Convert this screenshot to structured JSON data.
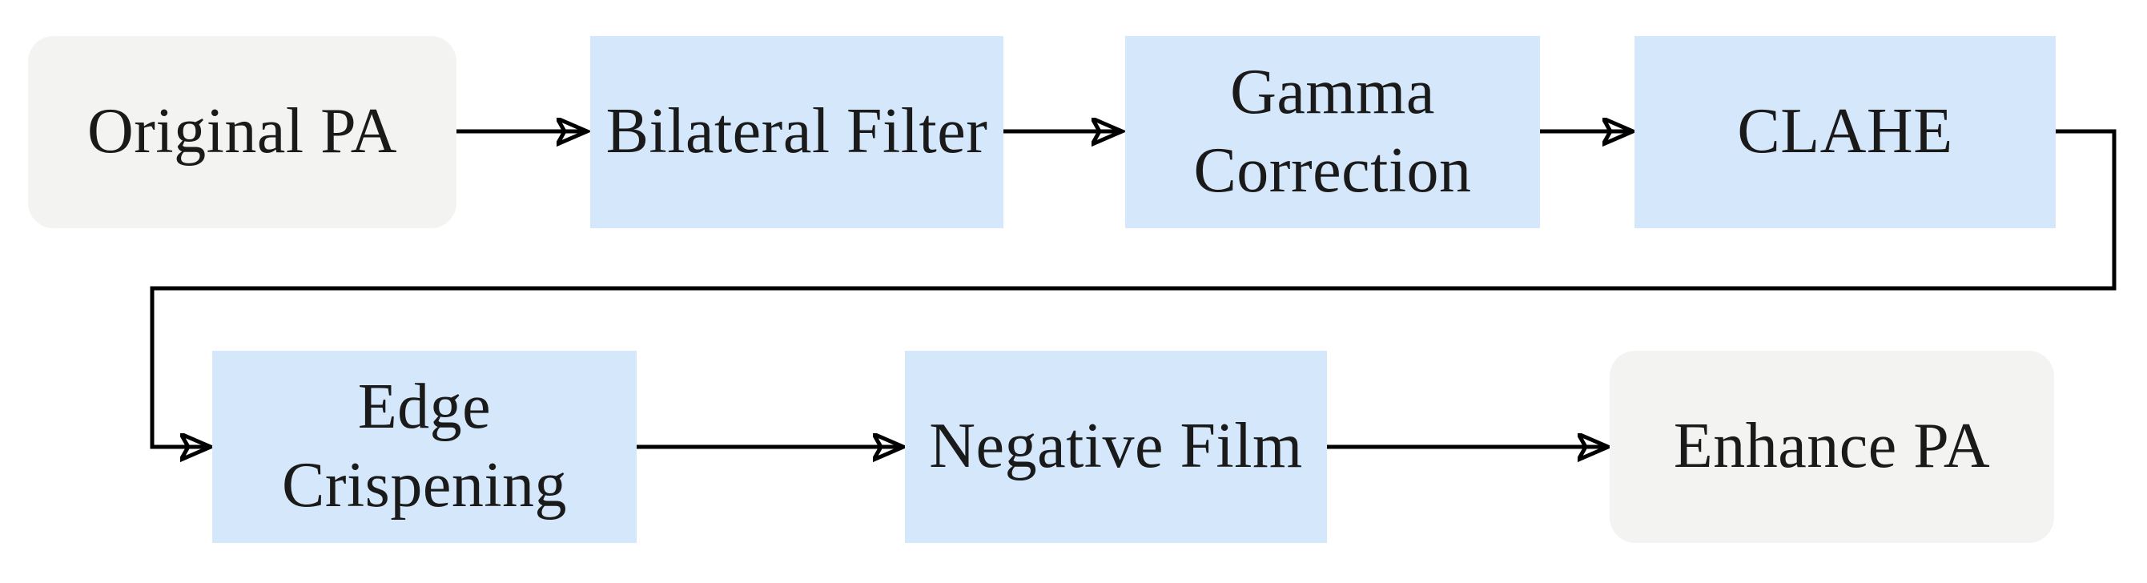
{
  "diagram": {
    "description": "Photoacoustic (PA) image enhancement pipeline flowchart",
    "nodes": [
      {
        "id": "original-pa",
        "label": "Original PA",
        "shape": "rounded",
        "role": "input"
      },
      {
        "id": "bilateral-filter",
        "label": "Bilateral Filter",
        "shape": "rect",
        "role": "process"
      },
      {
        "id": "gamma-correction",
        "label": "Gamma\nCorrection",
        "shape": "rect",
        "role": "process"
      },
      {
        "id": "clahe",
        "label": "CLAHE",
        "shape": "rect",
        "role": "process"
      },
      {
        "id": "edge-crispening",
        "label": "Edge\nCrispening",
        "shape": "rect",
        "role": "process"
      },
      {
        "id": "negative-film",
        "label": "Negative Film",
        "shape": "rect",
        "role": "process"
      },
      {
        "id": "enhance-pa",
        "label": "Enhance PA",
        "shape": "rounded",
        "role": "output"
      }
    ],
    "edges": [
      {
        "from": "original-pa",
        "to": "bilateral-filter",
        "route": "straight"
      },
      {
        "from": "bilateral-filter",
        "to": "gamma-correction",
        "route": "straight"
      },
      {
        "from": "gamma-correction",
        "to": "clahe",
        "route": "straight"
      },
      {
        "from": "clahe",
        "to": "edge-crispening",
        "route": "wrap-right-down-left"
      },
      {
        "from": "edge-crispening",
        "to": "negative-film",
        "route": "straight"
      },
      {
        "from": "negative-film",
        "to": "enhance-pa",
        "route": "straight"
      }
    ]
  },
  "colors": {
    "process_fill": "#d5e7fa",
    "terminal_fill": "#f3f3f2",
    "line": "#000000",
    "text": "#1a1a1a",
    "background": "#ffffff"
  }
}
